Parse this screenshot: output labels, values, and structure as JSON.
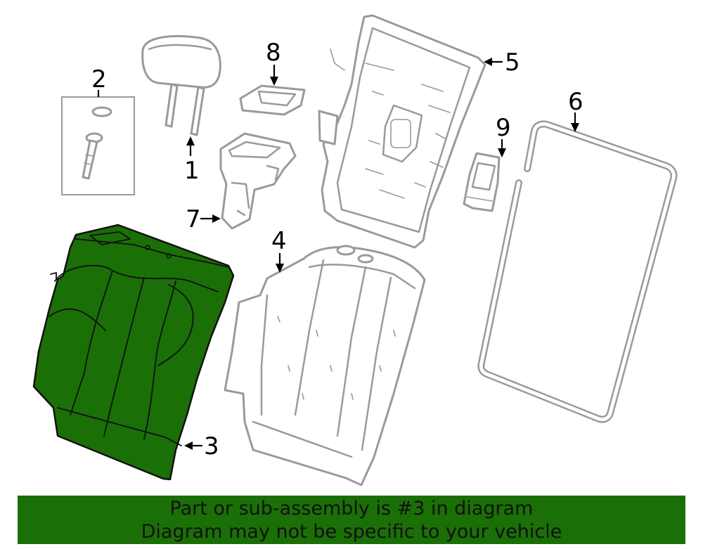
{
  "highlight_color": "#1b6f07",
  "callouts": [
    {
      "id": "1",
      "label": "1"
    },
    {
      "id": "2",
      "label": "2"
    },
    {
      "id": "3",
      "label": "3"
    },
    {
      "id": "4",
      "label": "4"
    },
    {
      "id": "5",
      "label": "5"
    },
    {
      "id": "6",
      "label": "6"
    },
    {
      "id": "7",
      "label": "7"
    },
    {
      "id": "8",
      "label": "8"
    },
    {
      "id": "9",
      "label": "9"
    }
  ],
  "banner": {
    "line1": "Part or sub-assembly is #3 in diagram",
    "line2": "Diagram may not be specific to your vehicle"
  }
}
